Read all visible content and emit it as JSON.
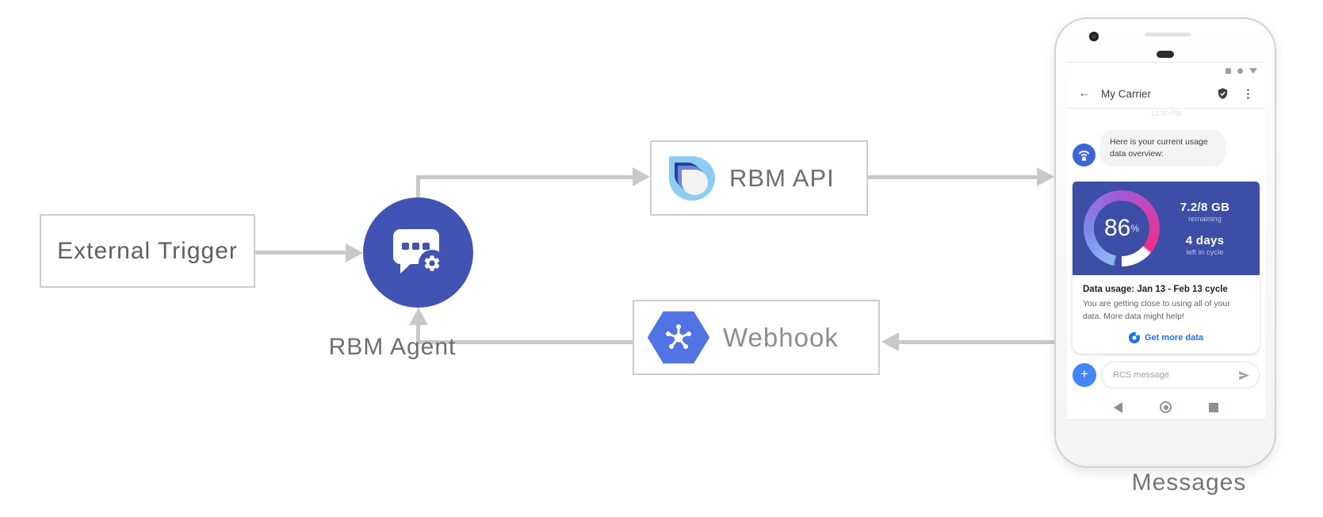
{
  "diagram": {
    "external_trigger_label": "External Trigger",
    "rbm_agent_label": "RBM Agent",
    "rbm_api_label": "RBM API",
    "webhook_label": "Webhook",
    "messages_label": "Messages"
  },
  "phone": {
    "header": {
      "title": "My Carrier",
      "back_glyph": "←",
      "overflow_glyph": "⋮"
    },
    "timestamp": "12:30 PM",
    "chat": {
      "bubble_text": "Here is your current usage data overview:"
    },
    "usage_card": {
      "percent": "86",
      "percent_unit": "%",
      "fraction": "7.2/8 GB",
      "fraction_caption": "remaining",
      "days": "4 days",
      "days_caption": "left in cycle",
      "title": "Data usage: Jan 13 - Feb 13 cycle",
      "body": "You are getting close to using all of your data. More data might help!",
      "link_label": "Get more data"
    },
    "compose": {
      "placeholder": "RCS message",
      "plus_glyph": "+"
    }
  },
  "colors": {
    "agent_circle": "#4154b3",
    "card_background": "#3d4ea6",
    "arrow_gray": "#c9c9c9",
    "link_blue": "#1a73e8",
    "plus_button_blue": "#4285f4",
    "gauge_start_blue": "#8cbbf2",
    "gauge_mid_purple": "#a35ad6",
    "gauge_end_pink": "#ed2e89",
    "webhook_hexagon_blue": "#5173e3",
    "api_logo_light_blue": "#8dcdf2"
  }
}
